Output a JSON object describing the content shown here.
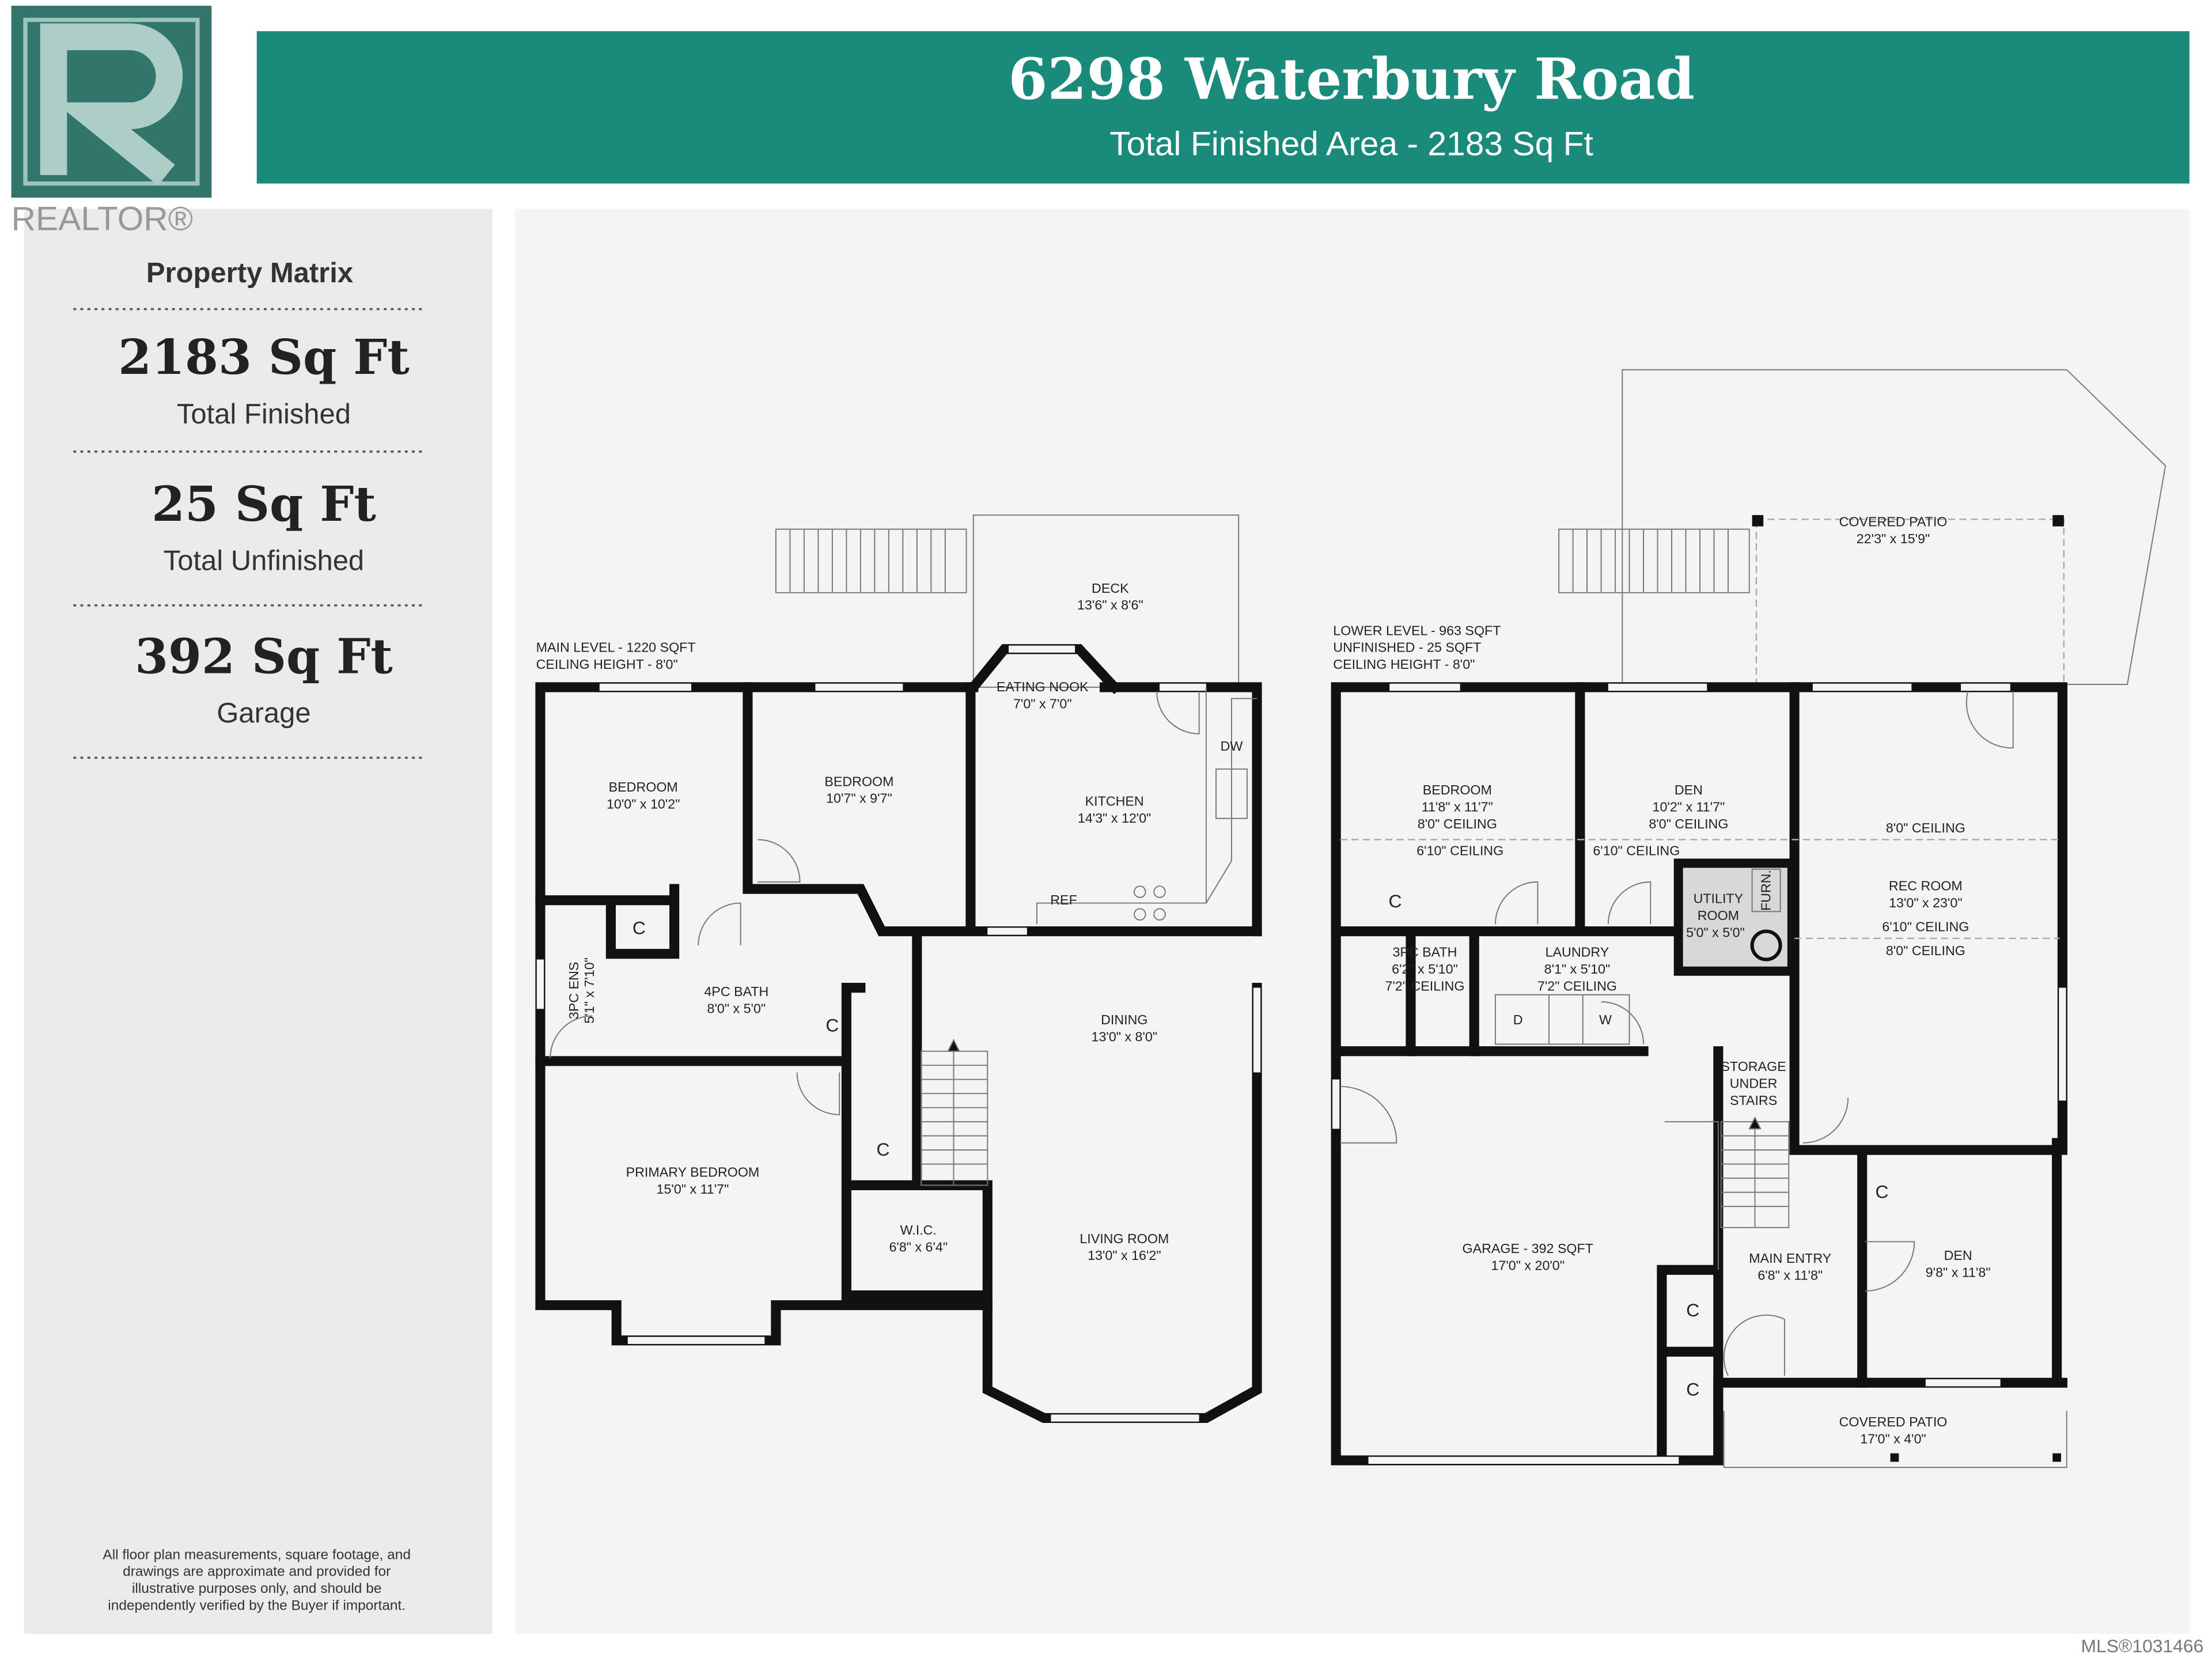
{
  "header": {
    "title": "6298 Waterbury Road",
    "subtitle": "Total Finished Area - 2183 Sq Ft",
    "color": "#1a8a7b"
  },
  "logo": {
    "text": "REALTOR®",
    "color": "#0f5e52"
  },
  "matrix": {
    "title": "Property Matrix",
    "items": [
      {
        "value": "2183 Sq Ft",
        "label": "Total Finished"
      },
      {
        "value": "25 Sq Ft",
        "label": "Total Unfinished"
      },
      {
        "value": "392 Sq Ft",
        "label": "Garage"
      }
    ],
    "disclaimer": [
      "All floor plan measurements, square footage, and",
      "drawings are approximate and provided for",
      "illustrative purposes only, and should be",
      "independently verified by the Buyer if important."
    ]
  },
  "main_level": {
    "info": [
      "MAIN LEVEL - 1220 SQFT",
      "CEILING HEIGHT - 8'0\""
    ],
    "rooms": {
      "deck": [
        "DECK",
        "13'6\" x 8'6\""
      ],
      "nook": [
        "EATING NOOK",
        "7'0\" x 7'0\""
      ],
      "bedroom1": [
        "BEDROOM",
        "10'0\" x 10'2\""
      ],
      "bedroom2": [
        "BEDROOM",
        "10'7\" x 9'7\""
      ],
      "kitchen": [
        "KITCHEN",
        "14'3\" x 12'0\""
      ],
      "ensuite": [
        "3PC ENS",
        "5'1\" x 7'10\""
      ],
      "bath": [
        "4PC BATH",
        "8'0\" x 5'0\""
      ],
      "dining": [
        "DINING",
        "13'0\" x 8'0\""
      ],
      "primary": [
        "PRIMARY BEDROOM",
        "15'0\" x 11'7\""
      ],
      "wic": [
        "W.I.C.",
        "6'8\" x 6'4\""
      ],
      "living": [
        "LIVING ROOM",
        "13'0\" x 16'2\""
      ]
    },
    "fixtures": {
      "dw": "DW",
      "ref": "REF",
      "closet": "C"
    }
  },
  "lower_level": {
    "info": [
      "LOWER LEVEL - 963 SQFT",
      "UNFINISHED - 25 SQFT",
      "CEILING HEIGHT - 8'0\""
    ],
    "rooms": {
      "patio_top": [
        "COVERED PATIO",
        "22'3\" x 15'9\""
      ],
      "bedroom": [
        "BEDROOM",
        "11'8\" x 11'7\"",
        "8'0\" CEILING",
        "6'10\" CEILING"
      ],
      "den1": [
        "DEN",
        "10'2\" x 11'7\"",
        "8'0\" CEILING",
        "6'10\" CEILING"
      ],
      "rec": [
        "8'0\" CEILING",
        "REC ROOM",
        "13'0\" x 23'0\"",
        "6'10\" CEILING",
        "8'0\" CEILING"
      ],
      "utility": [
        "UTILITY",
        "ROOM",
        "5'0\" x 5'0\"",
        "FURN."
      ],
      "bath": [
        "3PC BATH",
        "6'2\" x 5'10\"",
        "7'2\" CEILING"
      ],
      "laundry": [
        "LAUNDRY",
        "8'1\" x 5'10\"",
        "7'2\" CEILING",
        "D",
        "W"
      ],
      "storage": [
        "STORAGE",
        "UNDER",
        "STAIRS"
      ],
      "garage": [
        "GARAGE - 392 SQFT",
        "17'0\" x 20'0\""
      ],
      "entry": [
        "MAIN ENTRY",
        "6'8\" x 11'8\""
      ],
      "den2": [
        "DEN",
        "9'8\" x 11'8\""
      ],
      "patio_bottom": [
        "COVERED PATIO",
        "17'0\" x 4'0\""
      ]
    },
    "fixtures": {
      "closet": "C"
    }
  },
  "footer": {
    "mls": "MLS®1031466"
  }
}
